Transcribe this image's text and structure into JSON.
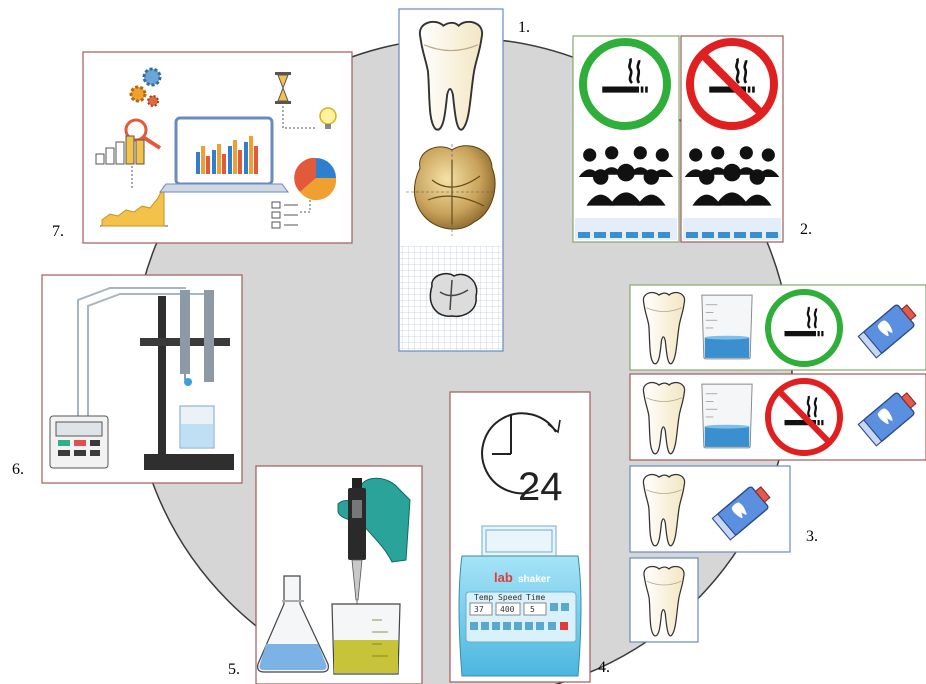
{
  "steps": {
    "s1": "1.",
    "s2": "2.",
    "s3": "3.",
    "s4": "4.",
    "s5": "5.",
    "s6": "6.",
    "s7": "7."
  },
  "timer_label": "24",
  "shaker": {
    "brand_lab": "lab",
    "brand_shaker": "shaker",
    "headers": [
      "Temp",
      "Speed",
      "Time"
    ],
    "values": [
      "37",
      "400",
      "5"
    ]
  },
  "colors": {
    "circle": "#d6d6d6",
    "frame_red": "#a05a5a",
    "frame_blue": "#6a8ac0",
    "frame_green": "#8aa86a",
    "no_smoking_red": "#e02020",
    "smoking_green": "#2fae3a",
    "water_blue": "#3a8fcf",
    "toothpaste_blue": "#5b8fe0",
    "glove_teal": "#2aa49a",
    "liquid_yellow": "#c8c43a",
    "device_cyan": "#7fd4ef"
  },
  "icons": [
    "tooth-icon",
    "smoking-allowed-icon",
    "no-smoking-icon",
    "crowd-icon",
    "beaker-icon",
    "toothpaste-icon",
    "clock-icon",
    "lab-shaker-icon",
    "pipette-icon",
    "flask-icon",
    "titration-stand-icon",
    "analytics-icon"
  ]
}
